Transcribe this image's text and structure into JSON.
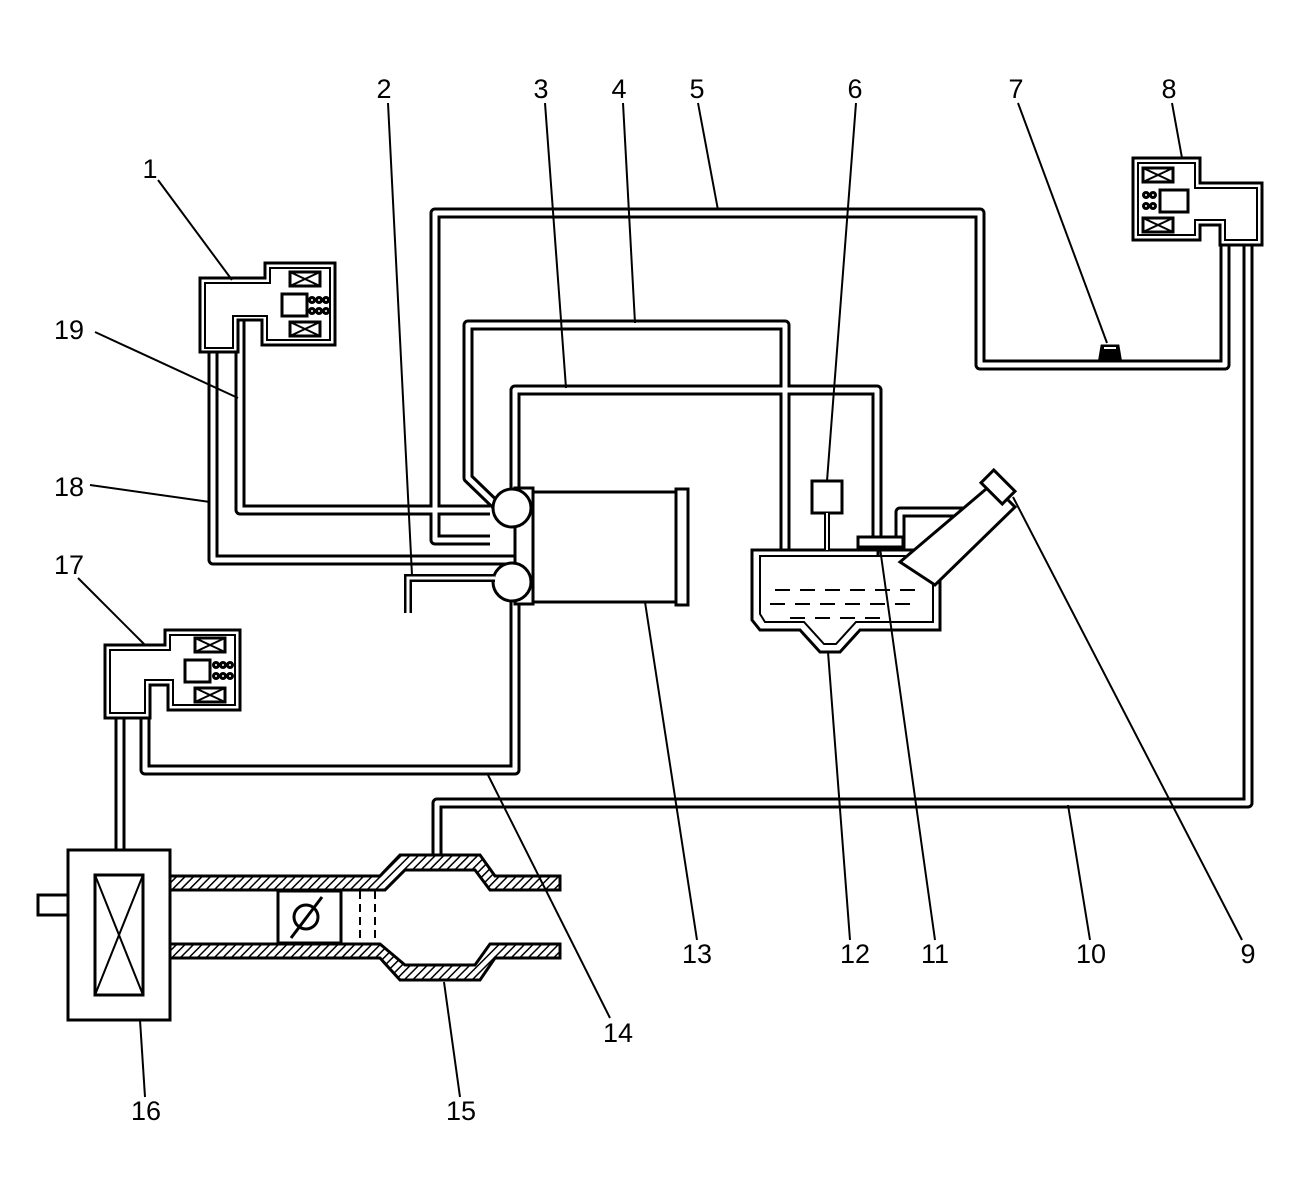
{
  "callouts": [
    {
      "id": "1",
      "label": "1"
    },
    {
      "id": "2",
      "label": "2"
    },
    {
      "id": "3",
      "label": "3"
    },
    {
      "id": "4",
      "label": "4"
    },
    {
      "id": "5",
      "label": "5"
    },
    {
      "id": "6",
      "label": "6"
    },
    {
      "id": "7",
      "label": "7"
    },
    {
      "id": "8",
      "label": "8"
    },
    {
      "id": "9",
      "label": "9"
    },
    {
      "id": "10",
      "label": "10"
    },
    {
      "id": "11",
      "label": "11"
    },
    {
      "id": "12",
      "label": "12"
    },
    {
      "id": "13",
      "label": "13"
    },
    {
      "id": "14",
      "label": "14"
    },
    {
      "id": "15",
      "label": "15"
    },
    {
      "id": "16",
      "label": "16"
    },
    {
      "id": "17",
      "label": "17"
    },
    {
      "id": "18",
      "label": "18"
    },
    {
      "id": "19",
      "label": "19"
    }
  ],
  "colors": {
    "line": "#000000",
    "background": "#ffffff"
  }
}
